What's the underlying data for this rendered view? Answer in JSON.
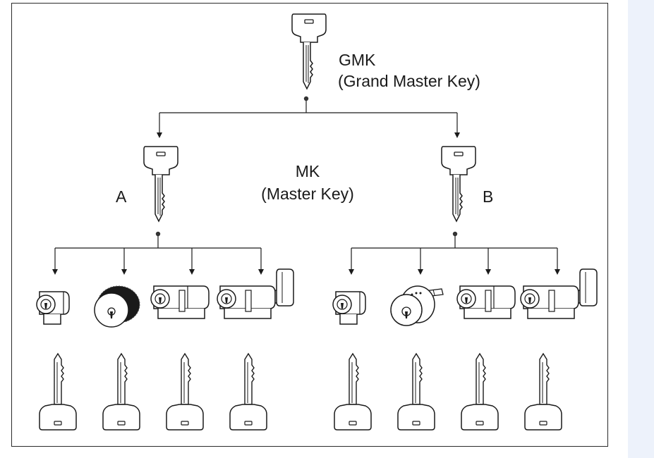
{
  "gmk": {
    "code": "GMK",
    "description": "(Grand Master Key)"
  },
  "mk": {
    "code": "MK",
    "description": "(Master Key)"
  },
  "groups": {
    "a": {
      "label": "A"
    },
    "b": {
      "label": "B"
    }
  },
  "colors": {
    "stroke": "#1a1a1a",
    "background": "#ffffff",
    "side_panel": "#edf2fb"
  }
}
